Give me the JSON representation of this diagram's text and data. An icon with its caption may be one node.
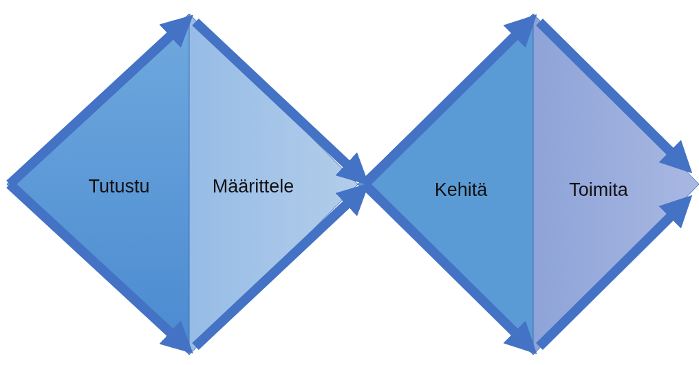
{
  "diagram": {
    "nodes": [
      {
        "text": [
          "Tutustu"
        ]
      },
      {
        "text": [
          "Määrittele"
        ]
      },
      {
        "text": [
          "Kehitä"
        ]
      },
      {
        "text": [
          "Toimita"
        ]
      }
    ],
    "edges": [
      {
        "from": null,
        "to": 0,
        "arrow": "to"
      },
      {
        "from": null,
        "to": 0,
        "arrow": "to"
      },
      {
        "from": 1,
        "to": 2,
        "arrow": "to"
      },
      {
        "from": 1,
        "to": 2,
        "arrow": "to"
      },
      {
        "from": null,
        "to": 2,
        "arrow": "to"
      },
      {
        "from": null,
        "to": 2,
        "arrow": "to"
      },
      {
        "from": null,
        "to": 3,
        "arrow": "to"
      },
      {
        "from": null,
        "to": 3,
        "arrow": "to"
      }
    ]
  }
}
